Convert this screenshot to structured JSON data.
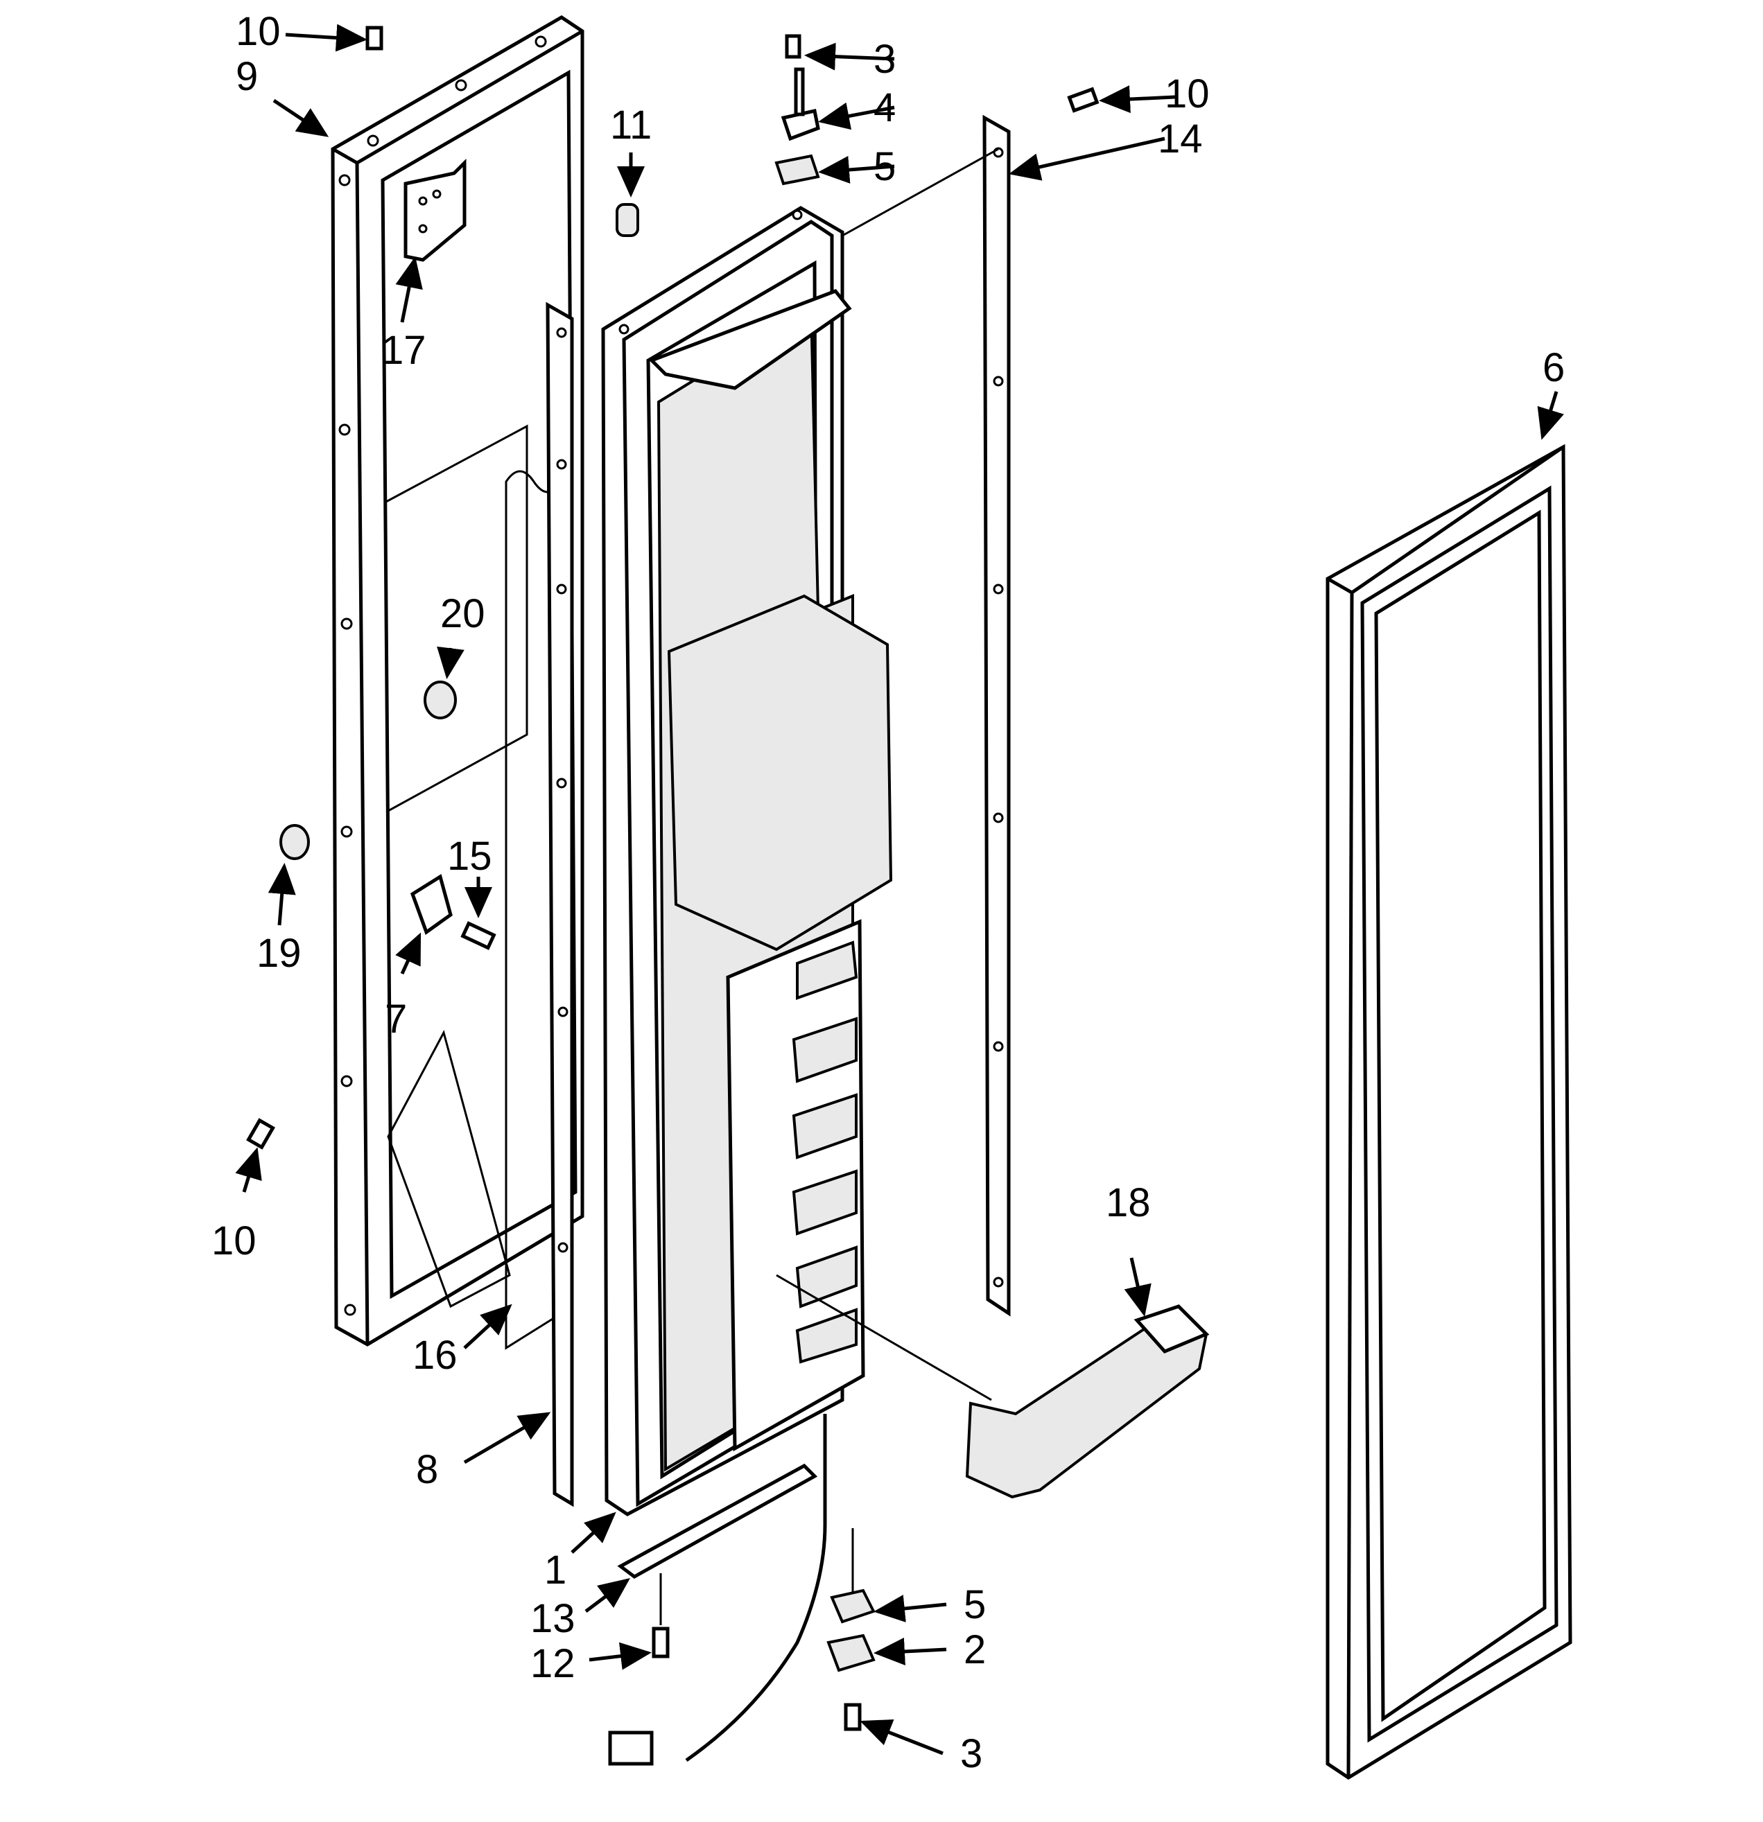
{
  "callouts": [
    {
      "id": "c10a",
      "label": "10"
    },
    {
      "id": "c9",
      "label": "9"
    },
    {
      "id": "c17",
      "label": "17"
    },
    {
      "id": "c11",
      "label": "11"
    },
    {
      "id": "c3a",
      "label": "3"
    },
    {
      "id": "c4",
      "label": "4"
    },
    {
      "id": "c5a",
      "label": "5"
    },
    {
      "id": "c10b",
      "label": "10"
    },
    {
      "id": "c14",
      "label": "14"
    },
    {
      "id": "c6",
      "label": "6"
    },
    {
      "id": "c20",
      "label": "20"
    },
    {
      "id": "c15",
      "label": "15"
    },
    {
      "id": "c19",
      "label": "19"
    },
    {
      "id": "c7",
      "label": "7"
    },
    {
      "id": "c10c",
      "label": "10"
    },
    {
      "id": "c16",
      "label": "16"
    },
    {
      "id": "c18",
      "label": "18"
    },
    {
      "id": "c8",
      "label": "8"
    },
    {
      "id": "c1",
      "label": "1"
    },
    {
      "id": "c13",
      "label": "13"
    },
    {
      "id": "c5b",
      "label": "5"
    },
    {
      "id": "c2",
      "label": "2"
    },
    {
      "id": "c12",
      "label": "12"
    },
    {
      "id": "c3b",
      "label": "3"
    }
  ]
}
